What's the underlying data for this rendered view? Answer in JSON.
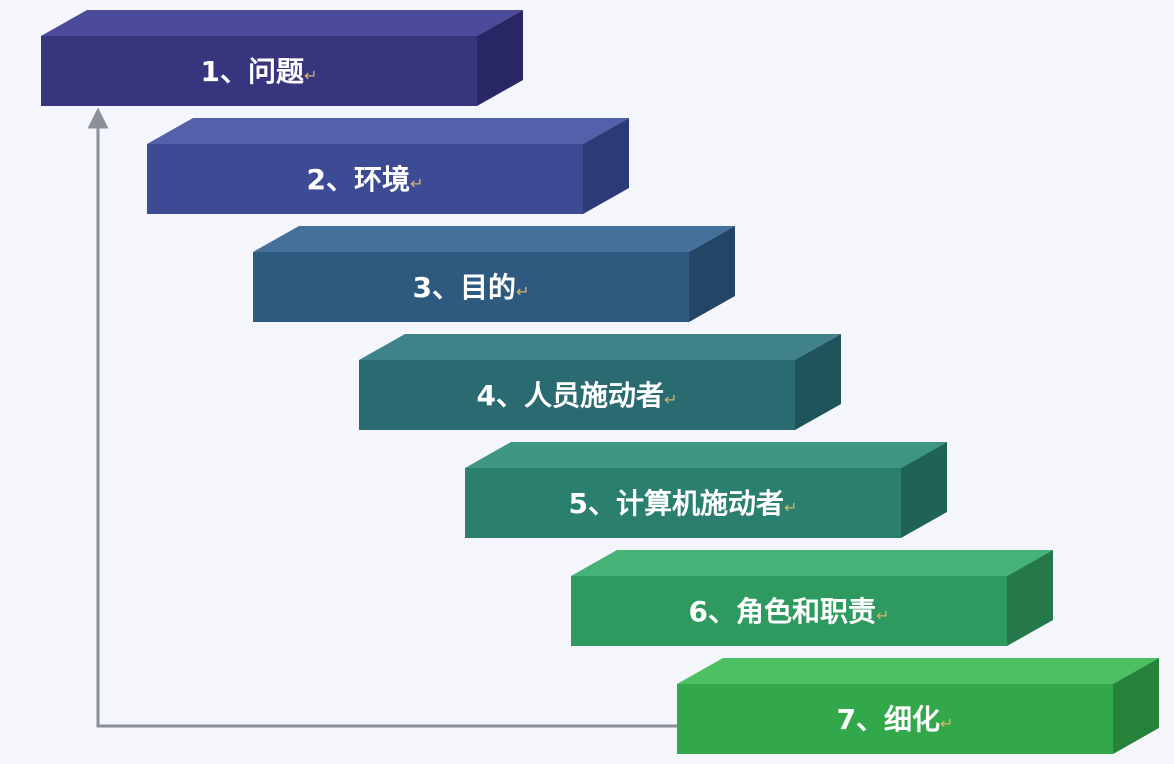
{
  "steps": [
    {
      "label": "1、问题",
      "front": "#38357f",
      "top": "#4c4a9a",
      "side": "#2a2766"
    },
    {
      "label": "2、环境",
      "front": "#3c4b94",
      "top": "#5261aa",
      "side": "#2d3a78"
    },
    {
      "label": "3、目的",
      "front": "#2f5a80",
      "top": "#44709a",
      "side": "#234566"
    },
    {
      "label": "4、人员施动者",
      "front": "#2a6b72",
      "top": "#3f828a",
      "side": "#1f535a"
    },
    {
      "label": "5、计算机施动者",
      "front": "#2a7f6e",
      "top": "#3f9684",
      "side": "#1f6356"
    },
    {
      "label": "6、角色和职责",
      "front": "#2f9a60",
      "top": "#45b277",
      "side": "#24784a"
    },
    {
      "label": "7、细化",
      "front": "#33a84a",
      "top": "#4cc062",
      "side": "#258238"
    }
  ],
  "colors": {
    "arrow": "#8a8f99",
    "text": "#ffffff",
    "return_mark": "#d4b46a"
  },
  "return_mark": "↵"
}
